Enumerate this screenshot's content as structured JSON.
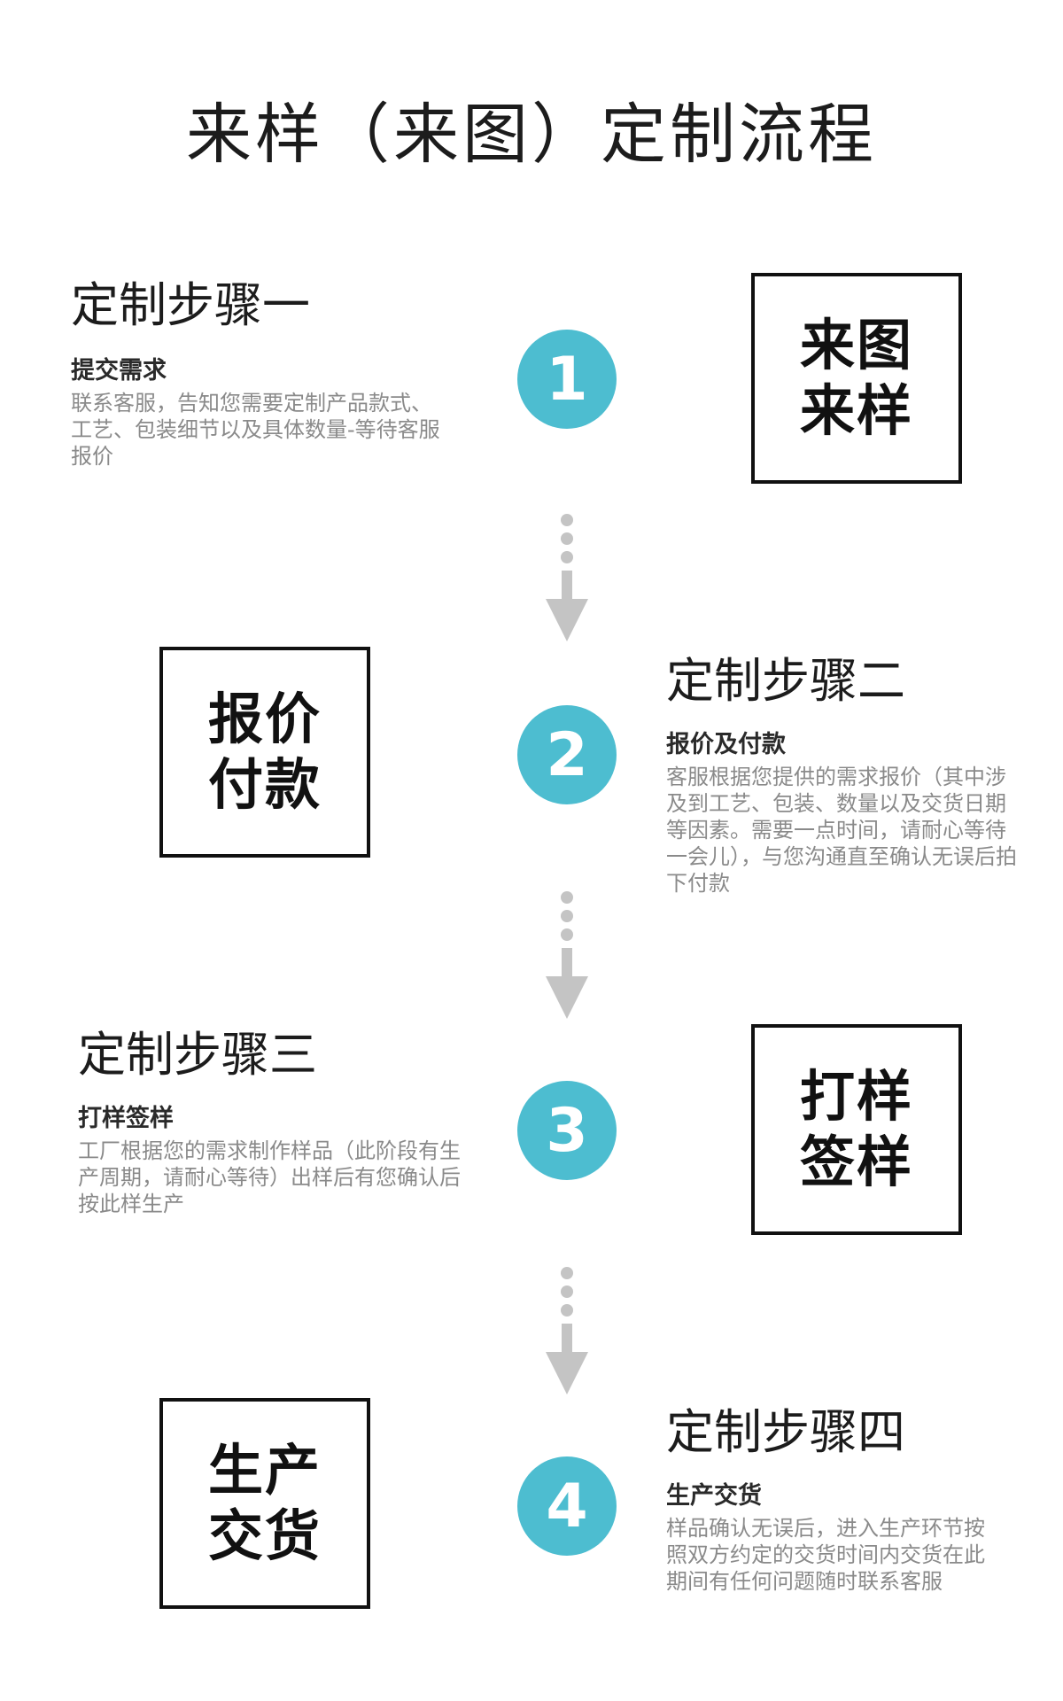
{
  "title": "来样（来图）定制流程",
  "steps": [
    {
      "heading": "定制步骤一",
      "subtitle": "提交需求",
      "description": "联系客服，告知您需要定制产品款式、工艺、包装细节以及具体数量-等待客服报价",
      "number": "1",
      "box_text": "来图来样"
    },
    {
      "heading": "定制步骤二",
      "subtitle": "报价及付款",
      "description": "客服根据您提供的需求报价（其中涉及到工艺、包装、数量以及交货日期等因素。需要一点时间，请耐心等待一会儿），与您沟通直至确认无误后拍下付款",
      "number": "2",
      "box_text": "报价付款"
    },
    {
      "heading": "定制步骤三",
      "subtitle": "打样签样",
      "description": "工厂根据您的需求制作样品（此阶段有生产周期，请耐心等待）出样后有您确认后按此样生产",
      "number": "3",
      "box_text": "打样签样"
    },
    {
      "heading": "定制步骤四",
      "subtitle": "生产交货",
      "description": "样品确认无误后，进入生产环节按照双方约定的交货时间内交货在此期间有任何问题随时联系客服",
      "number": "4",
      "box_text": "生产交货"
    }
  ],
  "colors": {
    "circle": "#4dbdd0",
    "connector": "#c4c4c4",
    "box_border": "#111111"
  },
  "icons": {
    "connector": "dotted-down-arrow-icon"
  }
}
